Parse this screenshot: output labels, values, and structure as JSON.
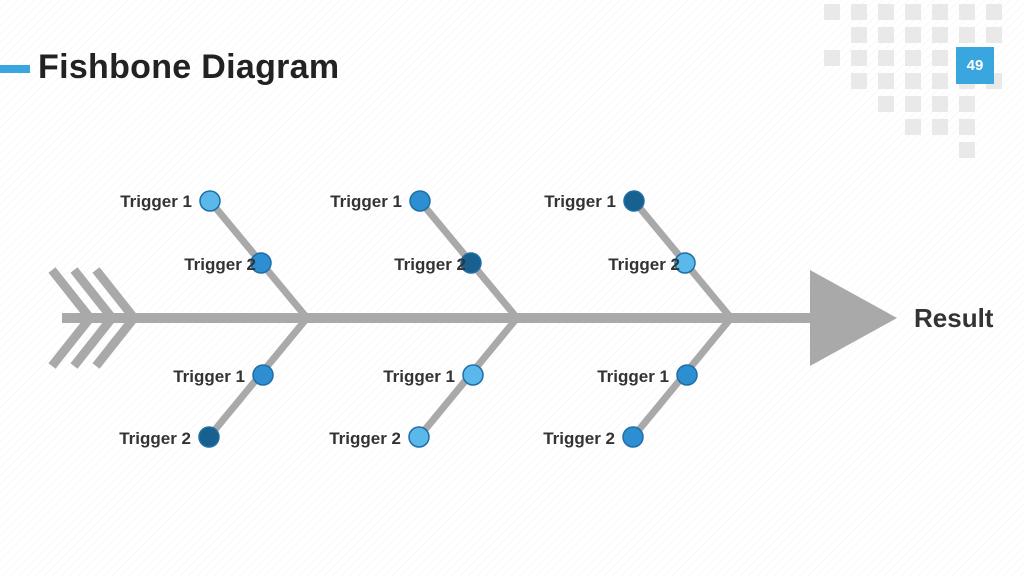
{
  "title": "Fishbone Diagram",
  "page_number": "49",
  "result_label": "Result",
  "colors": {
    "accent": "#3aa6df",
    "bone": "#a9a9a9",
    "node_light": "#5bb8ea",
    "node_mid": "#2d8fd1",
    "node_dark": "#17608f"
  },
  "bones": [
    {
      "top": [
        {
          "label": "Trigger 1",
          "color": "node_light"
        },
        {
          "label": "Trigger 2",
          "color": "node_mid"
        }
      ],
      "bottom": [
        {
          "label": "Trigger 1",
          "color": "node_mid"
        },
        {
          "label": "Trigger 2",
          "color": "node_dark"
        }
      ]
    },
    {
      "top": [
        {
          "label": "Trigger 1",
          "color": "node_mid"
        },
        {
          "label": "Trigger 2",
          "color": "node_dark"
        }
      ],
      "bottom": [
        {
          "label": "Trigger 1",
          "color": "node_light"
        },
        {
          "label": "Trigger 2",
          "color": "node_light"
        }
      ]
    },
    {
      "top": [
        {
          "label": "Trigger 1",
          "color": "node_dark"
        },
        {
          "label": "Trigger 2",
          "color": "node_light"
        }
      ],
      "bottom": [
        {
          "label": "Trigger 1",
          "color": "node_mid"
        },
        {
          "label": "Trigger 2",
          "color": "node_mid"
        }
      ]
    }
  ]
}
